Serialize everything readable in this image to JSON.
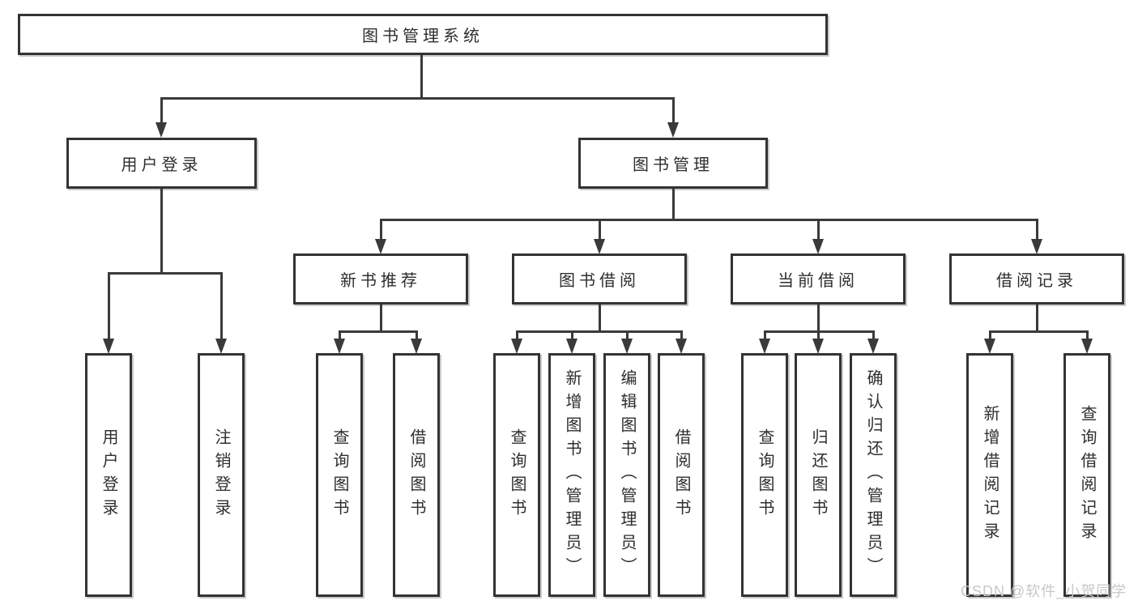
{
  "diagram": {
    "root": {
      "label": "图书管理系统"
    },
    "level2": [
      {
        "label": "用户登录"
      },
      {
        "label": "图书管理"
      }
    ],
    "level3": [
      {
        "label": "新书推荐"
      },
      {
        "label": "图书借阅"
      },
      {
        "label": "当前借阅"
      },
      {
        "label": "借阅记录"
      }
    ],
    "leaves": {
      "user_login": [
        {
          "label": "用户登录"
        },
        {
          "label": "注销登录"
        }
      ],
      "new_book": [
        {
          "label": "查询图书"
        },
        {
          "label": "借阅图书"
        }
      ],
      "book_borrow": [
        {
          "label": "查询图书"
        },
        {
          "label": "新增图书（管理员）"
        },
        {
          "label": "编辑图书（管理员）"
        },
        {
          "label": "借阅图书"
        }
      ],
      "current_borrow": [
        {
          "label": "查询图书"
        },
        {
          "label": "归还图书"
        },
        {
          "label": "确认归还（管理员）"
        }
      ],
      "borrow_records": [
        {
          "label": "新增借阅记录"
        },
        {
          "label": "查询借阅记录"
        }
      ]
    },
    "colors": {
      "line": "#3a3a3a",
      "box_border": "#333333",
      "text": "#2e2e2e",
      "background": "#ffffff",
      "watermark": "#c8c8c8"
    }
  },
  "watermark": "CSDN @软件_小贺同学"
}
